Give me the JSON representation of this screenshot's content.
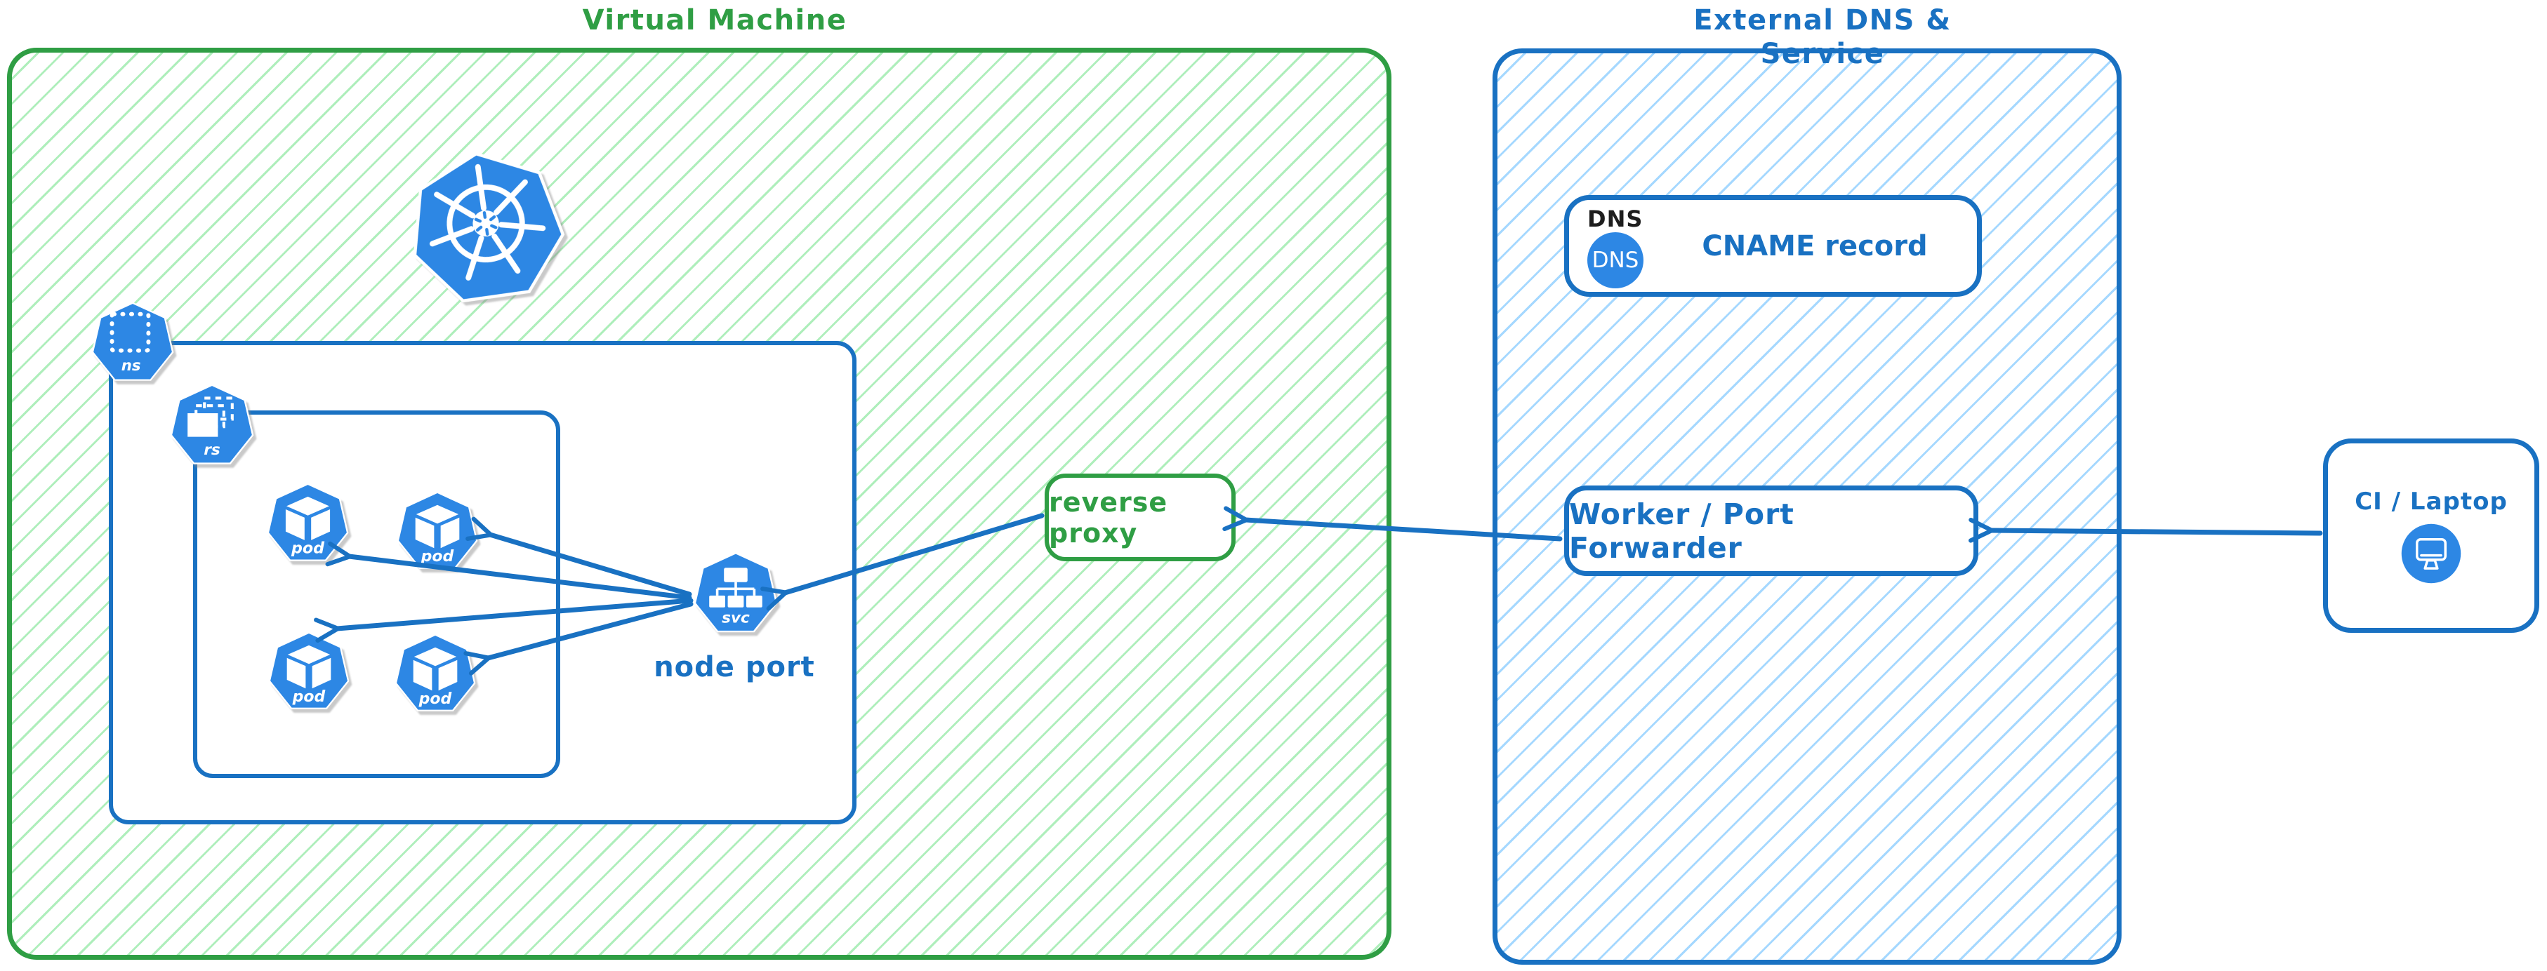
{
  "vm": {
    "title": "Virtual Machine",
    "namespace_badge": "ns",
    "replicaset_badge": "rs",
    "pods": [
      {
        "label": "pod"
      },
      {
        "label": "pod"
      },
      {
        "label": "pod"
      },
      {
        "label": "pod"
      }
    ],
    "service_badge": "svc",
    "service_caption": "node port",
    "reverse_proxy_label": "reverse proxy"
  },
  "external": {
    "title": "External DNS & Service",
    "dns_tag": "DNS",
    "dns_badge": "DNS",
    "record_label": "CNAME record",
    "worker_label": "Worker / Port Forwarder"
  },
  "client": {
    "label": "CI / Laptop"
  },
  "icons": {
    "kubernetes": "kubernetes-helm-icon",
    "namespace": "namespace-icon",
    "replicaset": "replicaset-icon",
    "pod": "pod-cube-icon",
    "service": "service-icon",
    "dns": "dns-badge-icon",
    "client": "monitor-icon"
  },
  "colors": {
    "vm_accent": "#2f9e44",
    "vm_hatch": "#aeeebb",
    "external_accent": "#1971c2",
    "external_hatch": "#a5d8ff",
    "icon_blue": "#2d87e4",
    "arrow": "#1971c2",
    "label_dark": "#1e1e1e"
  }
}
